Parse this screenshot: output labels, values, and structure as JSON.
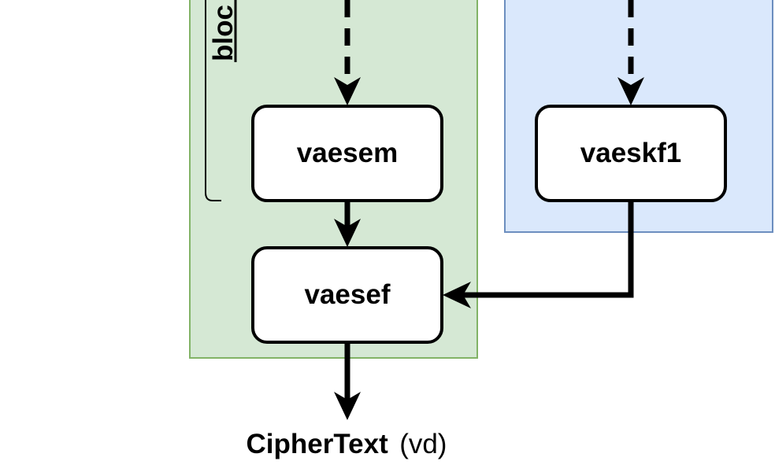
{
  "diagram": {
    "groups": {
      "green": {
        "fill": "#d5e8d4",
        "stroke": "#82b366"
      },
      "blue": {
        "fill": "#dae8fc",
        "stroke": "#6c8ebf"
      }
    },
    "bracket_label": "bloc",
    "nodes": {
      "vaesem": "vaesem",
      "vaeskf1": "vaeskf1",
      "vaesef": "vaesef"
    },
    "output": {
      "bold": "CipherText",
      "normal": "(vd)"
    }
  }
}
